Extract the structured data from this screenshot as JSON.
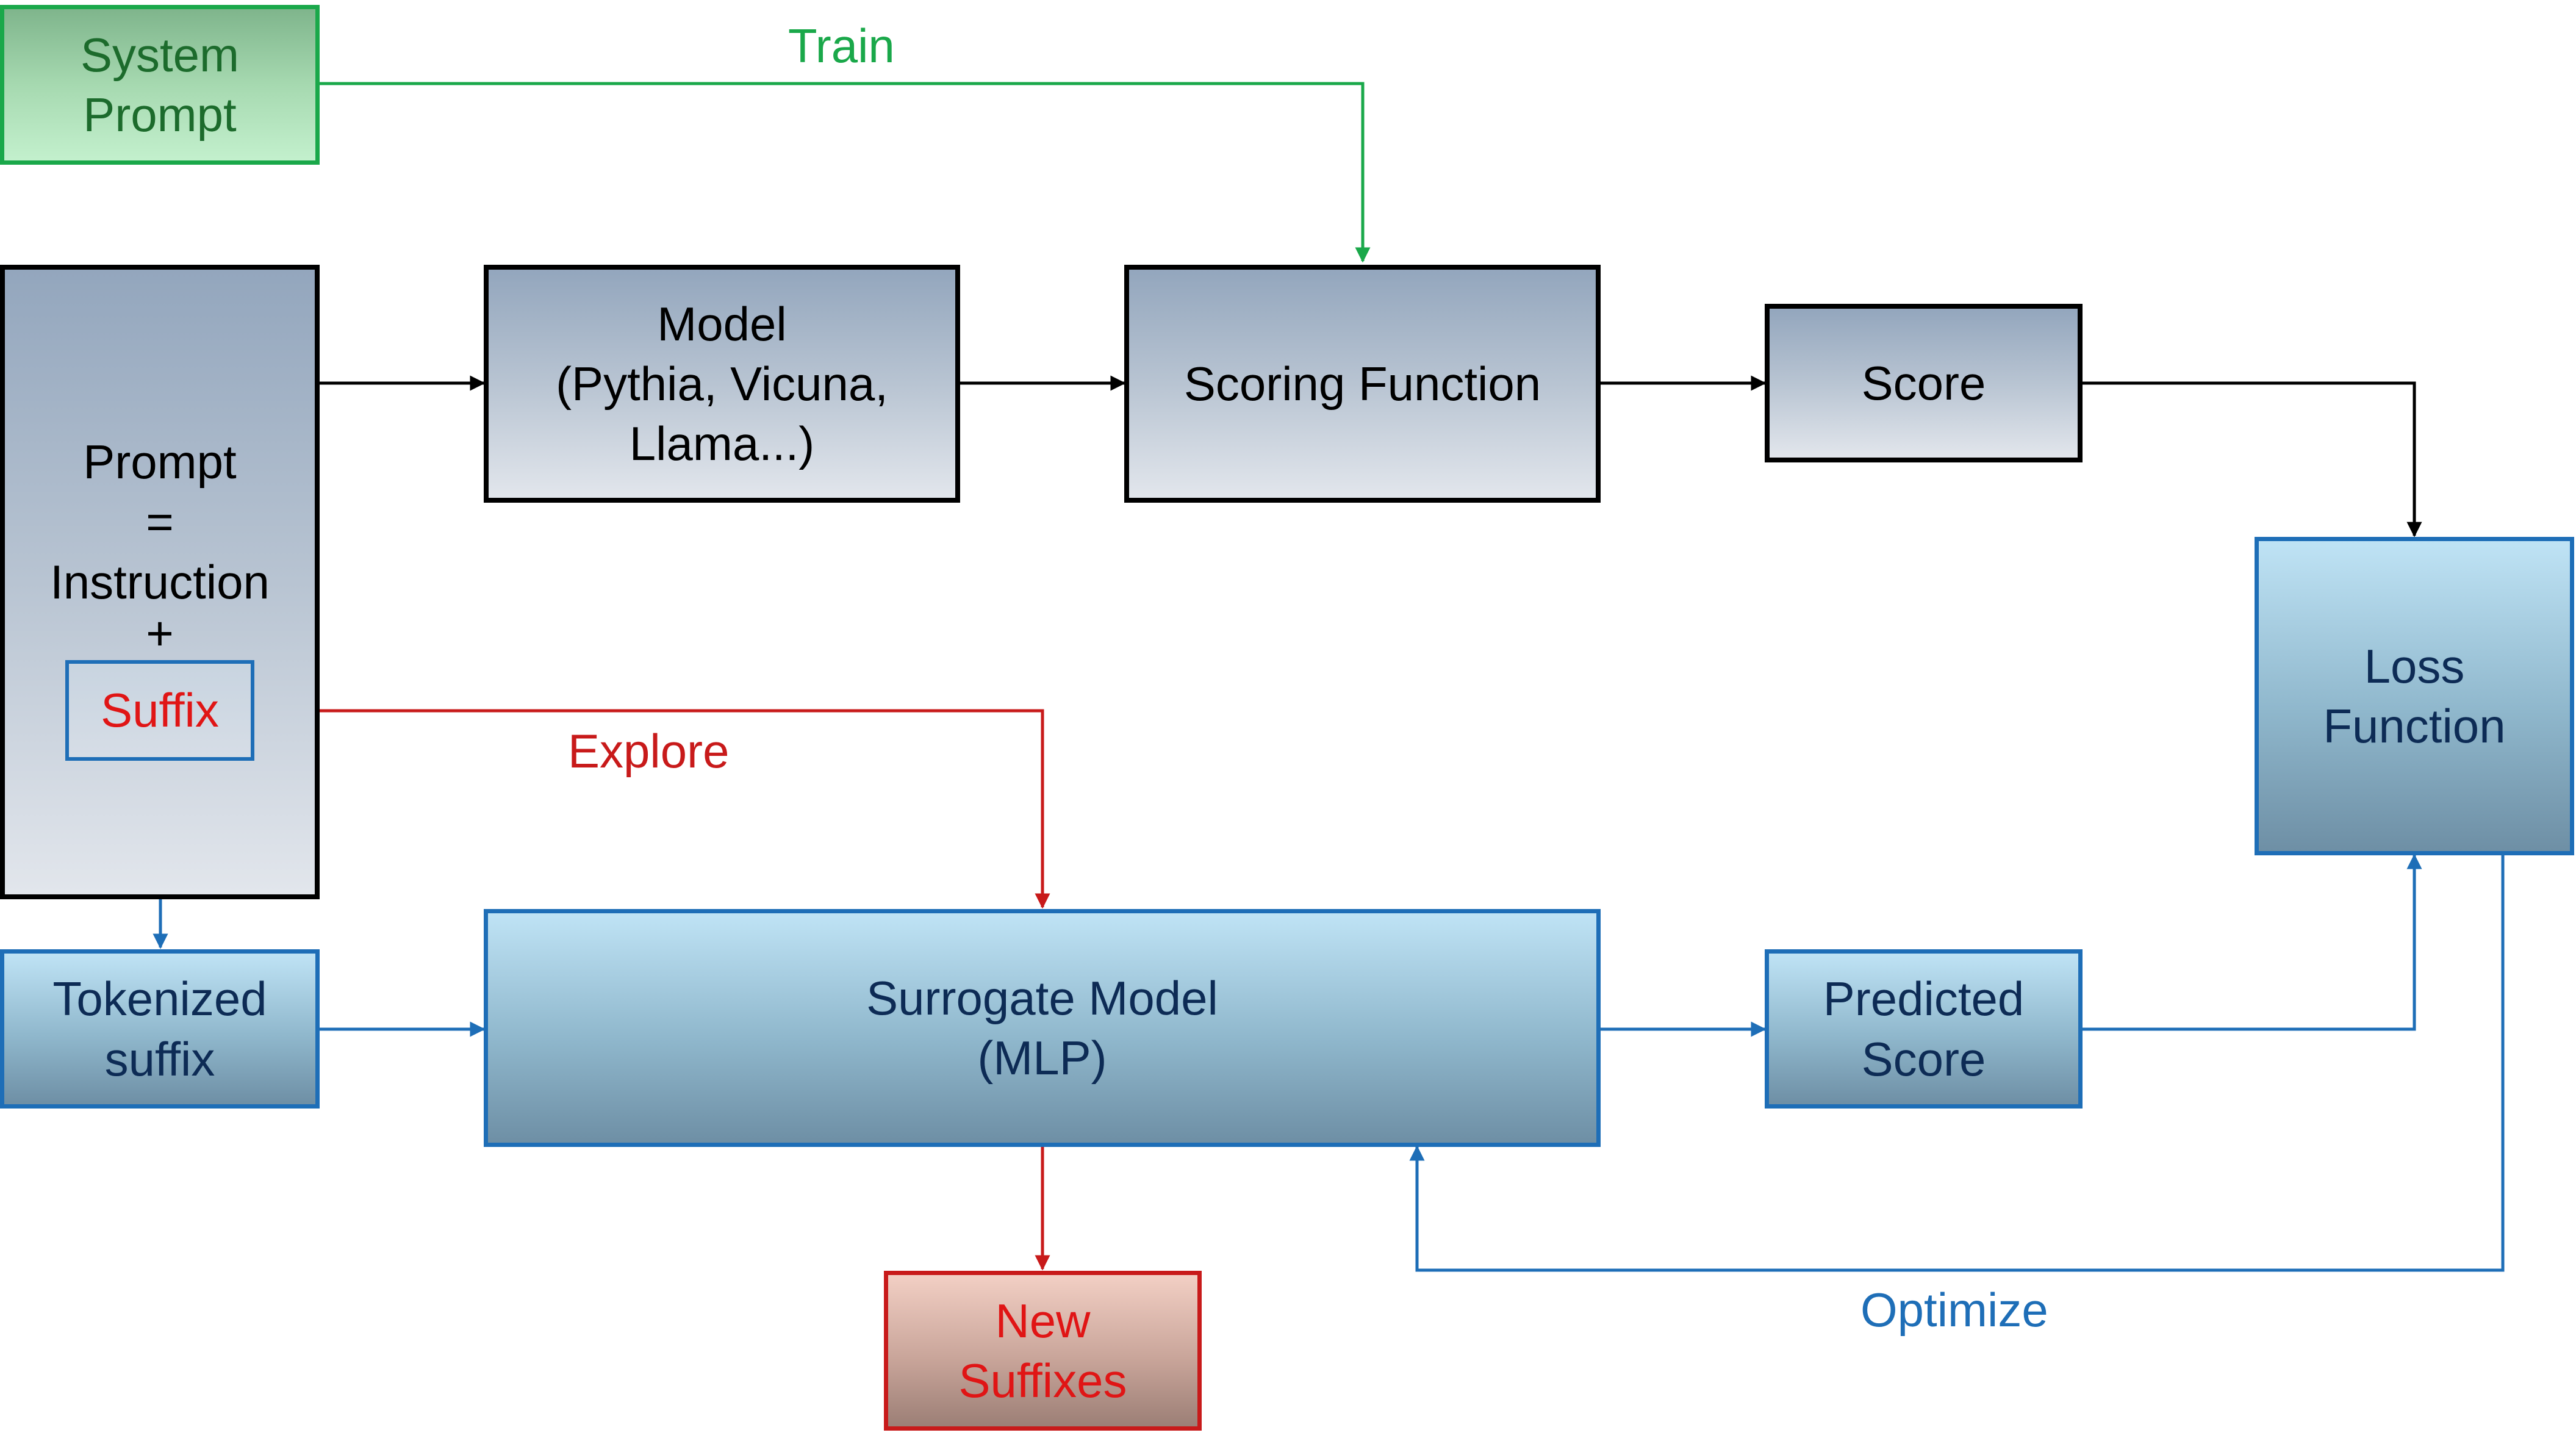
{
  "colors": {
    "black": "#000000",
    "green": "#1aa84a",
    "red": "#c81a1a",
    "blue": "#1e6eb7"
  },
  "nodes": {
    "system_prompt": {
      "lines": [
        "System",
        "Prompt"
      ]
    },
    "prompt": {
      "lines": [
        "Prompt",
        "=",
        "Instruction",
        "+"
      ]
    },
    "suffix": {
      "label": "Suffix"
    },
    "model": {
      "lines": [
        "Model",
        "(Pythia, Vicuna,",
        "Llama...)"
      ]
    },
    "scoring_function": {
      "label": "Scoring Function"
    },
    "score": {
      "label": "Score"
    },
    "loss_function": {
      "lines": [
        "Loss",
        "Function"
      ]
    },
    "tokenized_suffix": {
      "lines": [
        "Tokenized",
        "suffix"
      ]
    },
    "surrogate_model": {
      "lines": [
        "Surrogate Model",
        "(MLP)"
      ]
    },
    "predicted_score": {
      "lines": [
        "Predicted",
        "Score"
      ]
    },
    "new_suffixes": {
      "lines": [
        "New",
        "Suffixes"
      ]
    }
  },
  "edges": {
    "train": "Train",
    "explore": "Explore",
    "optimize": "Optimize"
  }
}
